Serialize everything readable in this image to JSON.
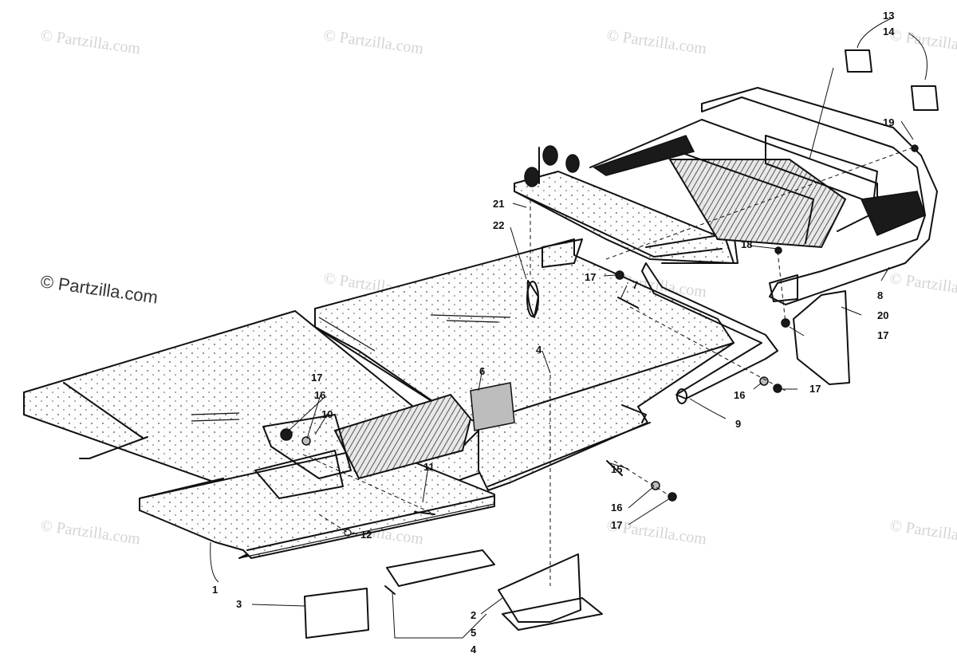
{
  "watermarks": {
    "text": "© Partzilla.com",
    "main_text": "© Partzilla.com"
  },
  "callouts": [
    {
      "id": "c1",
      "label": "1"
    },
    {
      "id": "c2",
      "label": "2"
    },
    {
      "id": "c3",
      "label": "3"
    },
    {
      "id": "c4a",
      "label": "4"
    },
    {
      "id": "c4b",
      "label": "4"
    },
    {
      "id": "c5",
      "label": "5"
    },
    {
      "id": "c6",
      "label": "6"
    },
    {
      "id": "c7",
      "label": "7"
    },
    {
      "id": "c8",
      "label": "8"
    },
    {
      "id": "c9",
      "label": "9"
    },
    {
      "id": "c10",
      "label": "10"
    },
    {
      "id": "c11",
      "label": "11"
    },
    {
      "id": "c12",
      "label": "12"
    },
    {
      "id": "c13",
      "label": "13"
    },
    {
      "id": "c14",
      "label": "14"
    },
    {
      "id": "c15",
      "label": "15"
    },
    {
      "id": "c16a",
      "label": "16"
    },
    {
      "id": "c16b",
      "label": "16"
    },
    {
      "id": "c16c",
      "label": "16"
    },
    {
      "id": "c17a",
      "label": "17"
    },
    {
      "id": "c17b",
      "label": "17"
    },
    {
      "id": "c17c",
      "label": "17"
    },
    {
      "id": "c17d",
      "label": "17"
    },
    {
      "id": "c17e",
      "label": "17"
    },
    {
      "id": "c18",
      "label": "18"
    },
    {
      "id": "c19",
      "label": "19"
    },
    {
      "id": "c20",
      "label": "20"
    },
    {
      "id": "c21",
      "label": "21"
    },
    {
      "id": "c22",
      "label": "22"
    }
  ]
}
